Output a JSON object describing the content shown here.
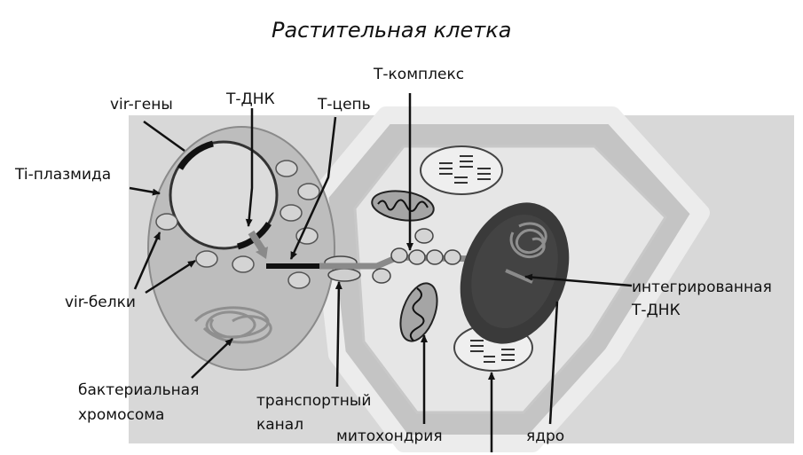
{
  "title": "Растительная клетка",
  "labels": {
    "vir_genes": "vir-гены",
    "t_dna": "Т-ДНК",
    "t_strand": "Т-цепь",
    "t_complex": "Т-комплекс",
    "ti_plasmid": "Ti-плазмида",
    "vir_proteins": "vir-белки",
    "bacterial_chromosome_1": "бактериальная",
    "bacterial_chromosome_2": "хромосома",
    "transport_channel_1": "транспортный",
    "transport_channel_2": "канал",
    "mitochondrion": "митохондрия",
    "nucleus": "ядро",
    "integrated_tdna_1": "интегрированная",
    "integrated_tdna_2": "Т-ДНК"
  }
}
